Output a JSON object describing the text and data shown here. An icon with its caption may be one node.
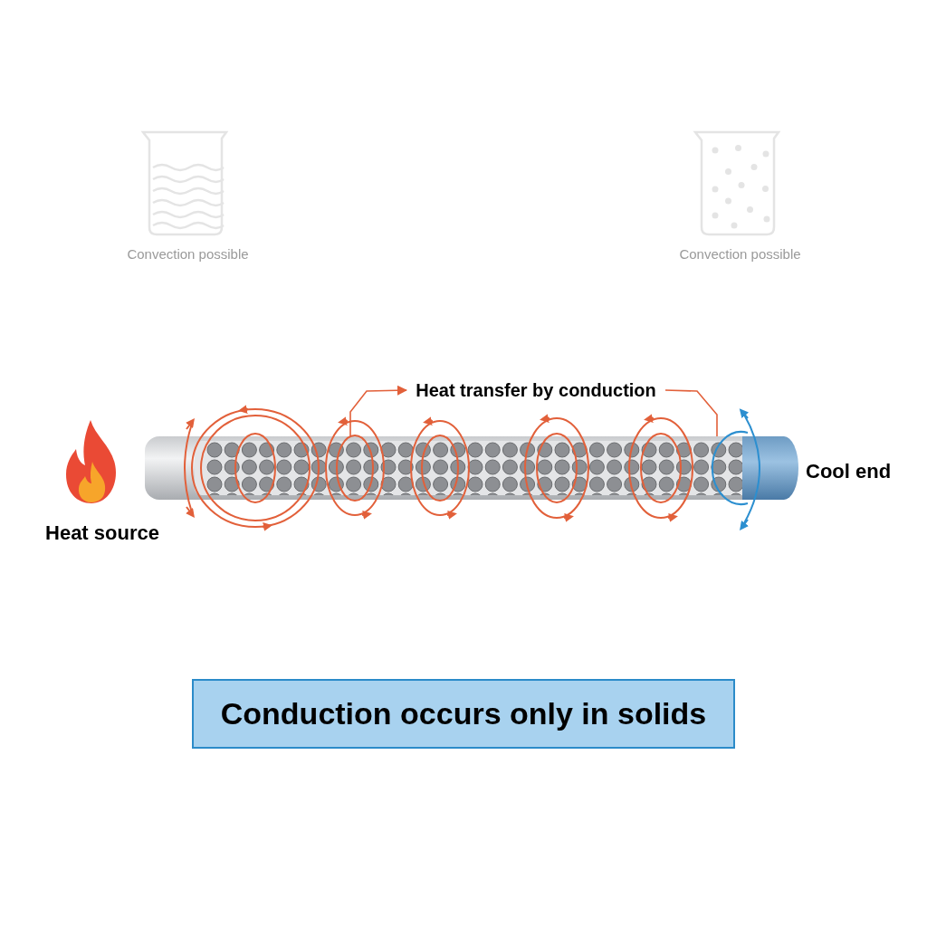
{
  "diagram": {
    "nodes": [
      {
        "text": [],
        "shape": "picture"
      },
      {
        "text": [
          "Heat transfer by conduction"
        ]
      },
      {
        "text": [
          "Conduction occurs only in solids"
        ]
      }
    ],
    "edges": [
      {
        "from": 0,
        "to": 1,
        "arrow": "to",
        "color": "#e2603a"
      },
      {
        "from": 1,
        "to": 0,
        "arrow": "none",
        "color": "#e2603a"
      }
    ],
    "labels": [
      "Convection possible",
      "Convection possible",
      "Heat source",
      "Cool end"
    ]
  }
}
